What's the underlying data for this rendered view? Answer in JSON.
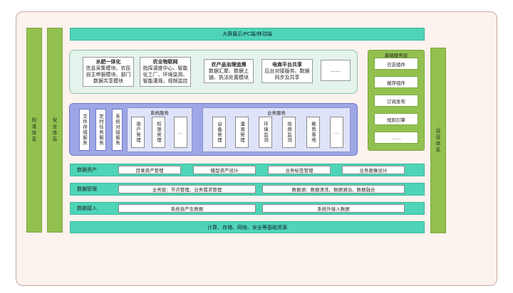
{
  "left_columns": [
    "标准体系",
    "安全体系"
  ],
  "right_column": "运营体系",
  "top_bar": "大屏展示/PC端/移动端",
  "app_modules": [
    {
      "title": "水肥一体化",
      "lines": [
        "信息采集模块、农民",
        "自主申报模块、部门",
        "数据共享模块"
      ]
    },
    {
      "title": "农业物联网",
      "lines": [
        "指挥调度中心、智能",
        "化工厂、环境监测、",
        "智能灌溉、视频监控"
      ]
    },
    {
      "title": "农产品治理追溯",
      "lines": [
        "数据汇聚、数据上",
        "链、执法处置模块"
      ]
    },
    {
      "title": "电商平台共享",
      "lines": [
        "后台对接服务、数据",
        "同步及共享"
      ]
    }
  ],
  "app_more": "……",
  "base_service": {
    "title": "基础服务层",
    "items": [
      "日志组件",
      "缓存组件",
      "订阅发布",
      "规则引擎",
      "……"
    ]
  },
  "services": {
    "left_items": [
      "文件存储服务",
      "定时任务服务",
      "系统对接服务"
    ],
    "system_title": "系统服务",
    "system_items": [
      "用户管理",
      "权限管理"
    ],
    "system_more": "…",
    "business_title": "业务服务",
    "business_items": [
      "设备管理",
      "灌溉管理",
      "环境监测",
      "视频监测",
      "教育基地"
    ],
    "business_more": "…"
  },
  "rows": {
    "assets": {
      "label": "数据资产",
      "cells": [
        "目录资产管理",
        "模型资产设计",
        "业务标签管理",
        "业务画像设计"
      ]
    },
    "manage": {
      "label": "数据管理",
      "cells": [
        "业务链：节点管理、业务需求管理",
        "数据湖：数据清洗、数据湖泊、数据融合"
      ]
    },
    "ingest": {
      "label": "数据接入",
      "cells": [
        "系统自产生数据",
        "系统外接入数据"
      ]
    }
  },
  "bottom_bar": "计算、存储、网络、安全等基础资源"
}
